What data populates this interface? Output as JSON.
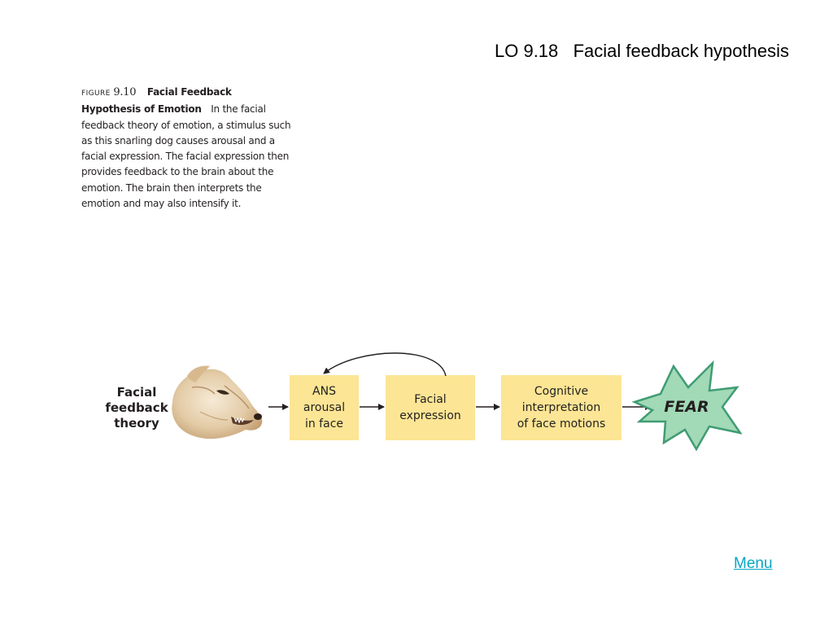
{
  "slide": {
    "title": "LO 9.18   Facial feedback hypothesis",
    "menu_link": "Menu"
  },
  "figure": {
    "label_word": "FIGURE",
    "number": "9.10",
    "title": "Facial Feedback Hypothesis of Emotion",
    "body": "In the facial feedback theory of emotion, a stimulus such as this snarling dog causes arousal and a facial expression. The facial expression then provides feedback to the brain about the emotion. The brain then interprets the emotion and may also intensify it."
  },
  "diagram": {
    "theory_label": "Facial\nfeedback\ntheory",
    "boxes": [
      {
        "label": "ANS\narousal\nin face"
      },
      {
        "label": "Facial\nexpression"
      },
      {
        "label": "Cognitive\ninterpretation\nof face motions"
      }
    ],
    "outcome_label": "FEAR"
  },
  "colors": {
    "box_fill": "#fce594",
    "star_fill": "#a2d9b6",
    "star_stroke": "#3f9c73",
    "link": "#08a6c4"
  }
}
